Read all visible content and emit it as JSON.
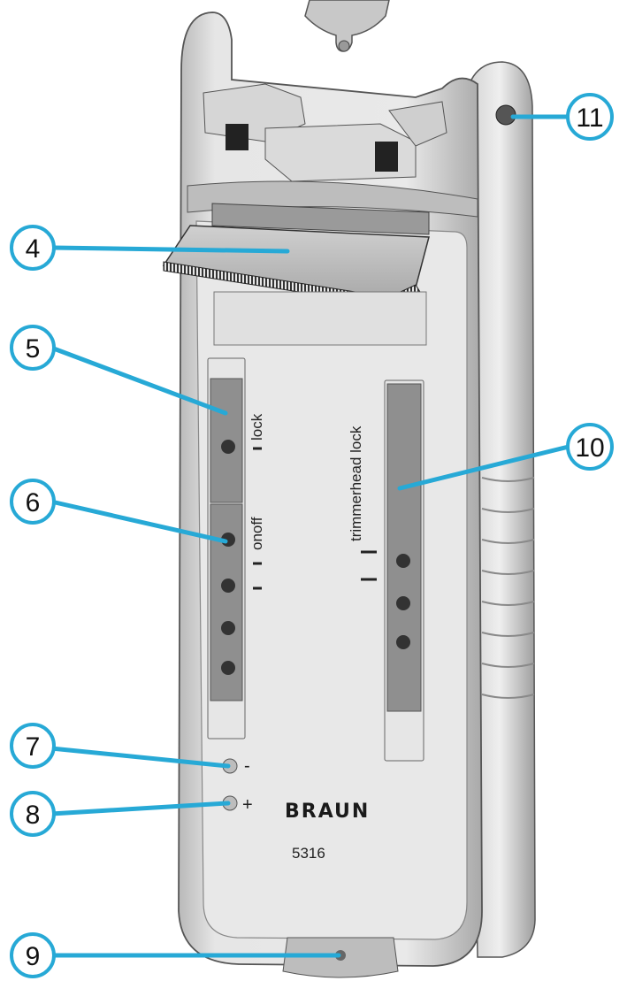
{
  "labels": {
    "lock": "lock",
    "onoff": "onoff",
    "trimmerhead_lock": "trimmerhead lock",
    "minus": "-",
    "plus": "+",
    "brand": "BRAUN",
    "model": "5316"
  },
  "callouts": [
    {
      "number": "4",
      "target": "foil-frame"
    },
    {
      "number": "5",
      "target": "lock-slider"
    },
    {
      "number": "6",
      "target": "onoff-switch"
    },
    {
      "number": "7",
      "target": "minus-indicator"
    },
    {
      "number": "8",
      "target": "plus-indicator"
    },
    {
      "number": "9",
      "target": "bottom-socket"
    },
    {
      "number": "10",
      "target": "trimmerhead-lock-slider"
    },
    {
      "number": "11",
      "target": "side-button"
    }
  ],
  "colors": {
    "body": "#e2e2e2",
    "body_shadow": "#b5b5b5",
    "slider": "#8f8f8f",
    "callout_line": "#27a9d6"
  }
}
